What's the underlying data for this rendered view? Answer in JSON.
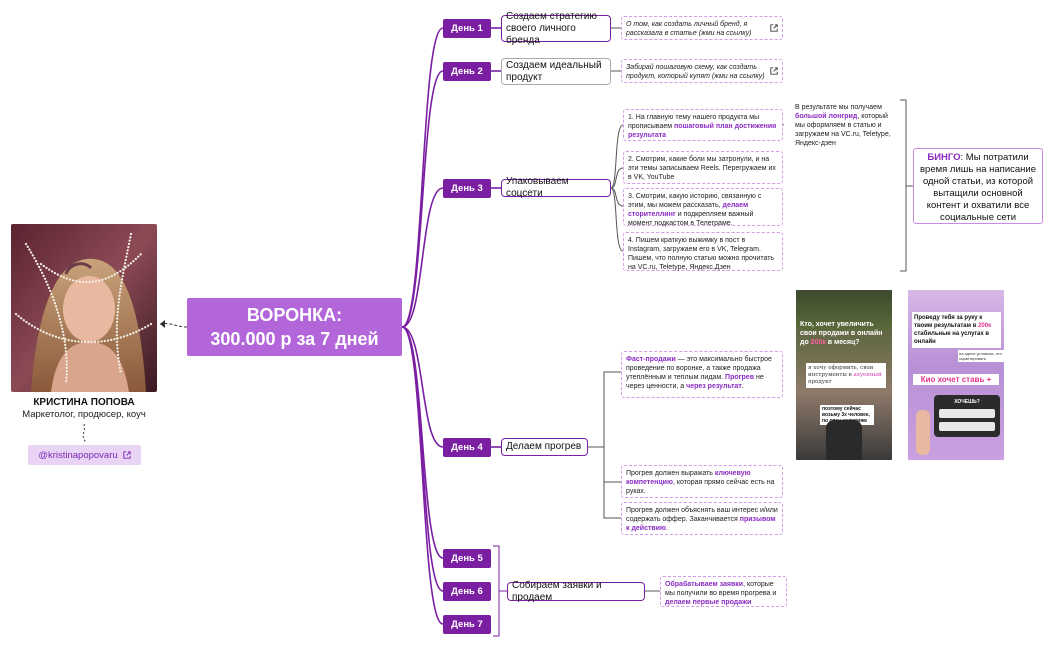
{
  "profile": {
    "name": "КРИСТИНА ПОПОВА",
    "role": "Маркетолог, продюсер, коуч",
    "handle": "@kristinapopovaru"
  },
  "central": {
    "line1": "ВОРОНКА:",
    "line2": "300.000 р за 7 дней"
  },
  "days": {
    "d1": "День 1",
    "d2": "День 2",
    "d3": "День 3",
    "d4": "День 4",
    "d5": "День 5",
    "d6": "День 6",
    "d7": "День 7"
  },
  "topics": {
    "t1": "Создаем стратегию своего личного бренда",
    "t2": "Создаем идеальный продукт",
    "t3": "Упаковываем соцсети",
    "t4": "Делаем прогрев",
    "t5": "Собираем заявки и продаем"
  },
  "notes": {
    "n1": "О том, как создать личный бренд, я рассказала в статье (жми на ссылку)",
    "n2": "Забирай пошаговую схему, как создать продукт, который купят (жми на ссылку)",
    "s1_pre": "1. На главную тему нашего продукта мы прописываем ",
    "s1_hl": "пошаговый план достижения результата",
    "s2": "2. Смотрим, какие боли мы затронули, и на эти темы записываем Reels. Перегружаем их в VK, YouTube",
    "s3_pre": "3. Смотрим, какую историю, связанную с этим, мы можем рассказать, ",
    "s3_hl": "делаем сторителлинг",
    "s3_post": " и подкрепляем важный момент подкастом в Телеграме.",
    "s4": "4. Пишем краткую выжимку в пост в Instagram, загружаем его в VK, Telegram. Пишем, что полную статью можно прочитать на VC.ru, Teletype, Яндекс.Дзен",
    "result_pre": "В результате мы получаем ",
    "result_hl": "большой лонгрид",
    "result_post": ", который мы оформляем в статью и загружаем на VC.ru, Teletype, Яндекс-дзен",
    "bingo_hl": "БИНГО",
    "bingo_text": ": Мы потратили время лишь на написание одной статьи, из которой вытащили основной контент и охватили все социальные сети",
    "fast_hl1": "Фаст-продажи",
    "fast_t1": " — это максимально быстрое проведение по воронке, а также продажа утеплённым и теплым лидам. ",
    "fast_hl2": "Прогрев",
    "fast_t2": " не через ценности, а ",
    "fast_hl3": "через результат",
    "fast_t3": ".",
    "prog1_pre": "Прогрев должен выражать ",
    "prog1_hl": "ключевую компетенцию",
    "prog1_post": ", которая прямо сейчас есть на руках.",
    "prog2_pre": "Прогрев должен объяснять ваш интерес и/или содержать оффер. Заканчивается ",
    "prog2_hl": "призывом к действию",
    "prog2_post": ".",
    "sell_hl1": "Обрабатываем заявки",
    "sell_t1": ", которые мы получили во время прогрева и ",
    "sell_hl2": "делаем первые продажи"
  },
  "stories": {
    "a_q1": "Кто, хочет увеличить свои продажи в онлайн до ",
    "a_q_hl": "200к",
    "a_q2": " в месяц?",
    "a_mid1": "я хочу оформить, свои инструменты в ",
    "a_mid_hl": "ахуенный",
    "a_mid2": " продукт",
    "a_bottom": "поэтому сейчас возьму 3х человек, по спец условиям",
    "b_q1": "Проведу тебя за руку к твоим результатам в ",
    "b_q_hl": "200к",
    "b_q2": " стабильные на услугах в онлайн",
    "b_sub": "на одних условиях, это гарантировать",
    "b_cta": "Кио хочет ставь +",
    "b_poll": "ХОЧЕШЬ?"
  },
  "colors": {
    "accent": "#7a1fa2",
    "central": "#b266d9",
    "highlight": "#8a2bc0",
    "dashed": "#d59be8",
    "handle_bg": "#e9d4f5"
  }
}
